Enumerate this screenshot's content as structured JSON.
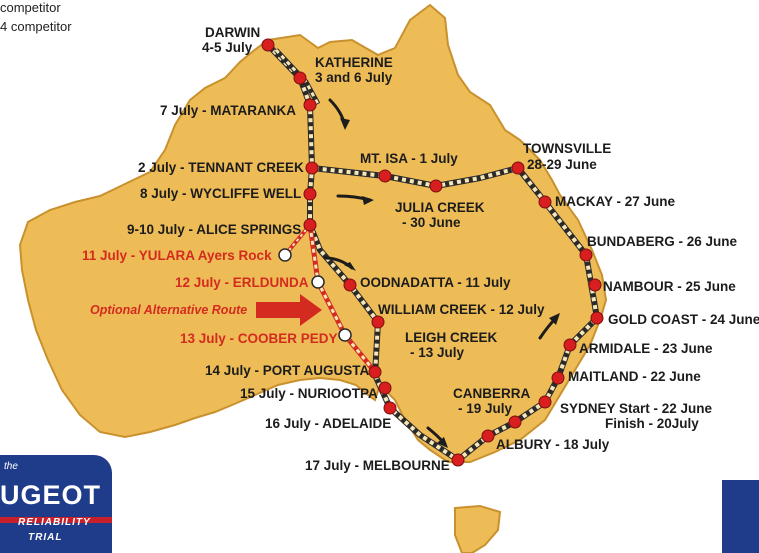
{
  "legend": {
    "line1": "competitor",
    "line2": "4 competitor"
  },
  "badge": {
    "top": "the",
    "brand": "UGEOT",
    "line1": "RELIABILITY",
    "line2": "TRIAL"
  },
  "colors": {
    "land": "#eebc56",
    "coast": "#c9912e",
    "stop": "#d81e1e",
    "route_dash": "#2a2a2a",
    "alt_route": "#d42b20",
    "badge": "#1f3c8a"
  },
  "labels": {
    "darwin_name": "DARWIN",
    "darwin_date": "4-5 July",
    "katherine_name": "KATHERINE",
    "katherine_date": "3 and 6 July",
    "mataranka": "7 July - MATARANKA",
    "tennant_creek": "2 July - TENNANT CREEK",
    "mt_isa": "MT. ISA - 1 July",
    "townsville_name": "TOWNSVILLE",
    "townsville_date": "28-29 June",
    "wycliffe_well": "8 July - WYCLIFFE WELL",
    "julia_creek_name": "JULIA CREEK",
    "julia_creek_date": "- 30 June",
    "mackay": "MACKAY - 27 June",
    "alice_springs": "9-10 July - ALICE SPRINGS",
    "bundaberg": "BUNDABERG - 26 June",
    "yulara": "11 July - YULARA Ayers Rock",
    "erldunda": "12 July - ERLDUNDA",
    "oodnadatta": "OODNADATTA - 11 July",
    "nambour": "NAMBOUR - 25 June",
    "optional_route": "Optional Alternative Route",
    "william_creek": "WILLIAM CREEK - 12 July",
    "gold_coast": "GOLD COAST - 24 June",
    "coober_pedy": "13 July - COOBER PEDY",
    "leigh_creek_name": "LEIGH CREEK",
    "leigh_creek_date": "- 13 July",
    "armidale": "ARMIDALE - 23 June",
    "port_augusta": "14 July - PORT AUGUSTA",
    "maitland": "MAITLAND - 22 June",
    "nuriootpa": "15 July - NURIOOTPA",
    "canberra_name": "CANBERRA",
    "canberra_date": "- 19 July",
    "sydney_start": "SYDNEY  Start - 22 June",
    "sydney_finish": "Finish - 20July",
    "adelaide": "16 July - ADELAIDE",
    "albury": "ALBURY - 18 July",
    "melbourne": "17 July - MELBOURNE"
  }
}
